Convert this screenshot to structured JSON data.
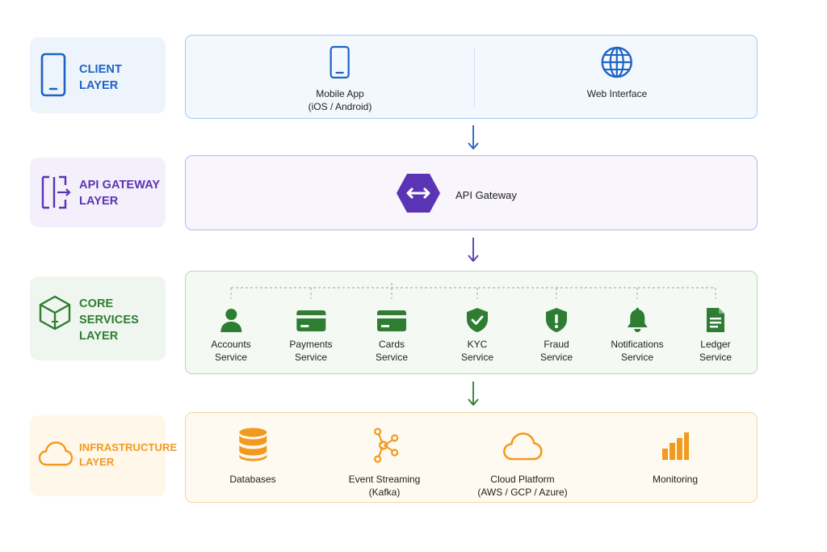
{
  "layers": {
    "client": {
      "title_line1": "CLIENT",
      "title_line2": "LAYER",
      "nodes": {
        "mobile": {
          "line1": "Mobile App",
          "line2": "(iOS / Android)"
        },
        "web": {
          "line1": "Web Interface"
        }
      }
    },
    "api": {
      "title_line1": "API GATEWAY",
      "title_line2": "LAYER",
      "nodes": {
        "gateway": {
          "line1": "API Gateway"
        }
      }
    },
    "core": {
      "title_line1": "CORE",
      "title_line2": "SERVICES",
      "title_line3": "LAYER",
      "services": [
        {
          "line1": "Accounts",
          "line2": "Service",
          "icon": "user-icon"
        },
        {
          "line1": "Payments",
          "line2": "Service",
          "icon": "card-icon"
        },
        {
          "line1": "Cards",
          "line2": "Service",
          "icon": "card-icon"
        },
        {
          "line1": "KYC",
          "line2": "Service",
          "icon": "shield-check-icon"
        },
        {
          "line1": "Fraud",
          "line2": "Service",
          "icon": "shield-alert-icon"
        },
        {
          "line1": "Notifications",
          "line2": "Service",
          "icon": "bell-icon"
        },
        {
          "line1": "Ledger",
          "line2": "Service",
          "icon": "document-icon"
        }
      ]
    },
    "infra": {
      "title_line1": "INFRASTRUCTURE",
      "title_line2": "LAYER",
      "nodes": {
        "db": {
          "line1": "Databases"
        },
        "stream": {
          "line1": "Event Streaming",
          "line2": "(Kafka)"
        },
        "cloud": {
          "line1": "Cloud Platform",
          "line2": "(AWS / GCP / Azure)"
        },
        "monitor": {
          "line1": "Monitoring"
        }
      }
    }
  },
  "colors": {
    "client": "#1e63c4",
    "api": "#5a34b4",
    "core": "#2e7d32",
    "infra": "#f29a1f"
  }
}
